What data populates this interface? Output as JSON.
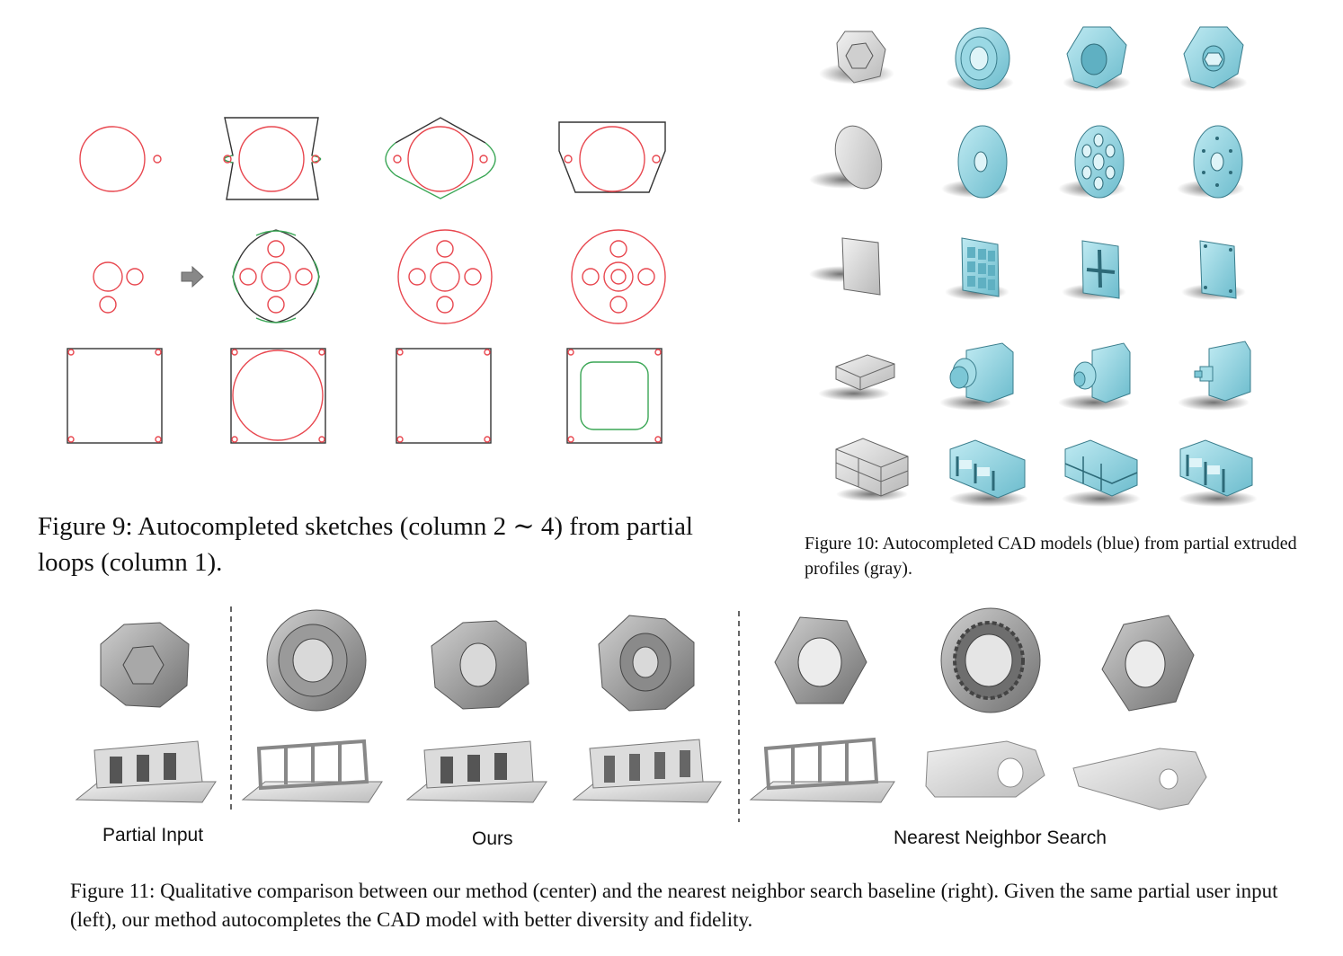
{
  "figure9": {
    "caption": "Figure 9: Autocompleted sketches (column 2 ∼ 4) from partial loops (column 1)."
  },
  "figure10": {
    "caption": "Figure 10: Autocompleted CAD models (blue) from partial extruded profiles (gray)."
  },
  "figure11": {
    "caption": "Figure 11: Qualitative comparison between our method (center) and the nearest neighbor search baseline (right). Given the same partial user input (left), our method autocompletes the CAD model with better diversity and fidelity.",
    "labels": {
      "partial": "Partial Input",
      "ours": "Ours",
      "nn": "Nearest Neighbor Search"
    }
  },
  "colors": {
    "sketch_red": "#e8474f",
    "sketch_green": "#3aa655",
    "sketch_black": "#333333",
    "cad_blue": "#8fd3e0",
    "cad_gray": "#d9d9d9",
    "render_gray": "#8a8a8a"
  }
}
